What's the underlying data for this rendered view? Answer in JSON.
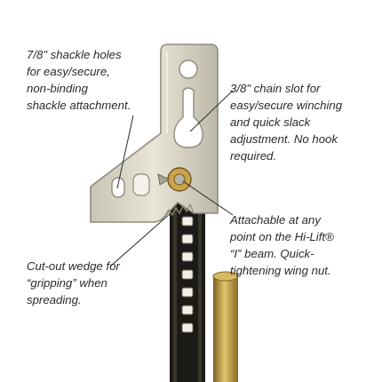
{
  "callouts": {
    "shackle_holes": [
      "7/8\" shackle holes",
      "for easy/secure,",
      "non-binding",
      "shackle attachment."
    ],
    "chain_slot": [
      "3/8\" chain slot for",
      "easy/secure winching",
      "and quick slack",
      "adjustment. No hook",
      "required."
    ],
    "attachable": [
      "Attachable at any",
      "point on the Hi-Lift®",
      "“I” beam. Quick-",
      "tightening wing nut."
    ],
    "wedge": [
      "Cut-out wedge for",
      "“gripping” when",
      "spreading."
    ]
  },
  "colors": {
    "background": "#ffffff",
    "text": "#2a2a2a",
    "metal": "#d9d6c8",
    "metal_edge": "#8f8b7c",
    "beam": "#1c1a16",
    "brass": "#b8963c"
  },
  "icons": {
    "wing_nut": "wing-nut-icon"
  }
}
